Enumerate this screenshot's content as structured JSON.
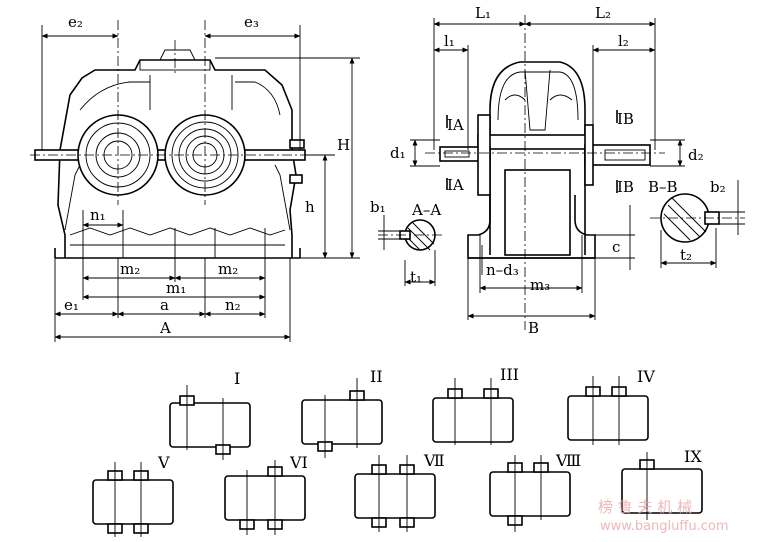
{
  "front_view": {
    "labels": {
      "e2": "e₂",
      "e3": "e₃",
      "H": "H",
      "h": "h",
      "n1": "n₁",
      "m2_left": "m₂",
      "m2_right": "m₂",
      "m1": "m₁",
      "e1": "e₁",
      "a": "a",
      "n2": "n₂",
      "A": "A"
    }
  },
  "side_view": {
    "labels": {
      "L1": "L₁",
      "L2": "L₂",
      "l1": "l₁",
      "l2": "l₂",
      "IA_top": "ⅠA",
      "IA_bottom": "ⅠA",
      "IB_top": "ⅠB",
      "IB_bottom": "ⅠB",
      "d1": "d₁",
      "d2": "d₂",
      "b1": "b₁",
      "b2": "b₂",
      "AA": "A–A",
      "BB": "B–B",
      "t1": "t₁",
      "t2": "t₂",
      "c": "c",
      "nd3": "n–d₃",
      "m3": "m₃",
      "B": "B"
    }
  },
  "assemblies": [
    {
      "label": "I"
    },
    {
      "label": "II"
    },
    {
      "label": "III"
    },
    {
      "label": "IV"
    },
    {
      "label": "V"
    },
    {
      "label": "VI"
    },
    {
      "label": "Ⅶ"
    },
    {
      "label": "Ⅷ"
    },
    {
      "label": "IX"
    }
  ],
  "watermark": {
    "line1": "榜 鲁 夫 机 械",
    "line2": "www.bangluffu.com"
  },
  "colors": {
    "ink": "#000000",
    "watermark": "#e8a0a0"
  }
}
